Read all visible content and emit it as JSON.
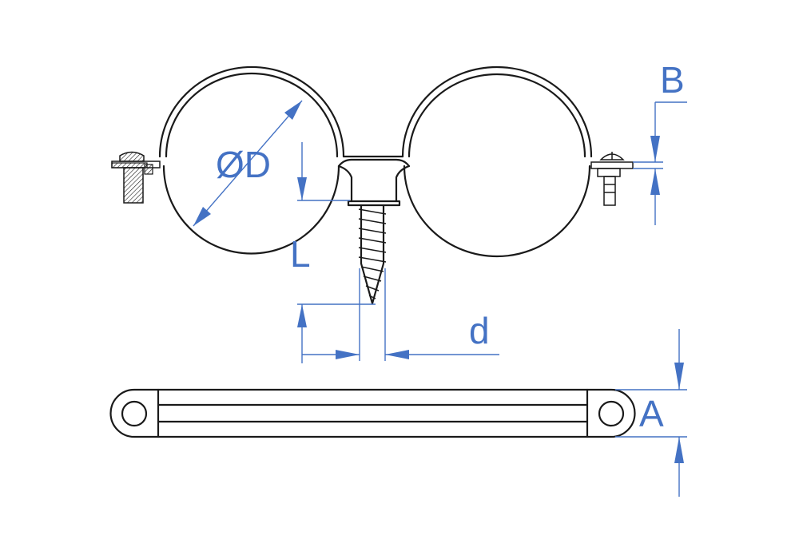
{
  "labels": {
    "diameter": "ØD",
    "length": "L",
    "screw_diameter": "d",
    "thickness_b": "B",
    "width_a": "A"
  },
  "colors": {
    "dimension": "#4472c4",
    "part": "#1a1a1a",
    "background": "#ffffff"
  }
}
